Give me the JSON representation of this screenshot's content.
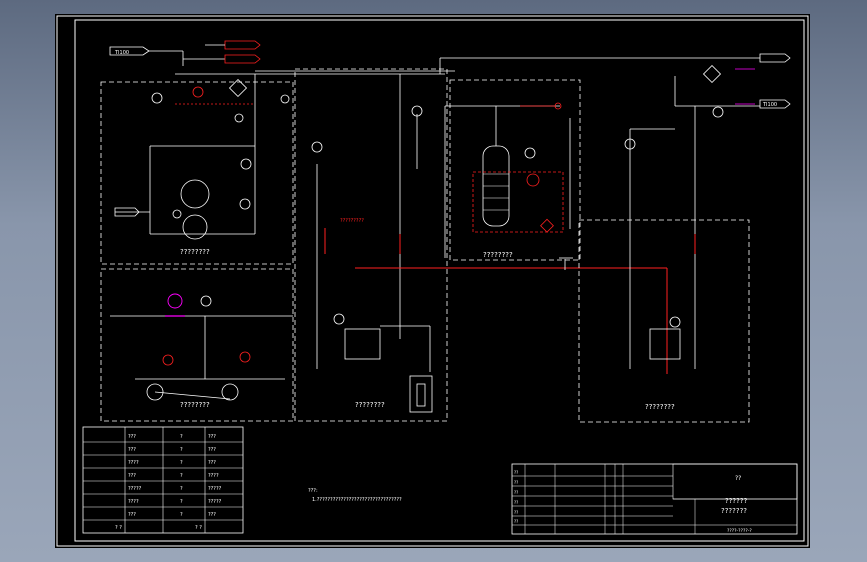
{
  "drawing": {
    "sheet_color": "#000000",
    "line_color": "#ffffff",
    "accent_red": "#ff2020",
    "accent_magenta": "#ff00ff",
    "ink_dim": "#c8c8c8"
  },
  "labels": {
    "inlet_top_left": "TI100",
    "box_label_1": "????????",
    "box_label_2": "????????",
    "box_label_3": "????????",
    "box_label_4": "????????",
    "box_label_5": "????????",
    "box_label_6": "????????",
    "red_note": "?????????",
    "outlet_right": "TI100"
  },
  "note": {
    "title": "???:",
    "line1": "1.????????????????????????????????"
  },
  "legend": {
    "header_left": "?  ?",
    "header_right": "?  ?",
    "rows": [
      {
        "a": "???",
        "b": "?",
        "c": "???"
      },
      {
        "a": "???",
        "b": "?",
        "c": "???"
      },
      {
        "a": "????",
        "b": "?",
        "c": "???"
      },
      {
        "a": "???",
        "b": "?",
        "c": "????"
      },
      {
        "a": "?????",
        "b": "?",
        "c": "?????"
      },
      {
        "a": "????",
        "b": "?",
        "c": "?????"
      },
      {
        "a": "???",
        "b": "?",
        "c": "???"
      }
    ]
  },
  "title_block": {
    "project": "??????",
    "drawing_name": "???????",
    "scale_label": "??",
    "sheet_no": "????-????-?",
    "rows": [
      "??",
      "??",
      "??",
      "??",
      "??",
      "??"
    ]
  }
}
